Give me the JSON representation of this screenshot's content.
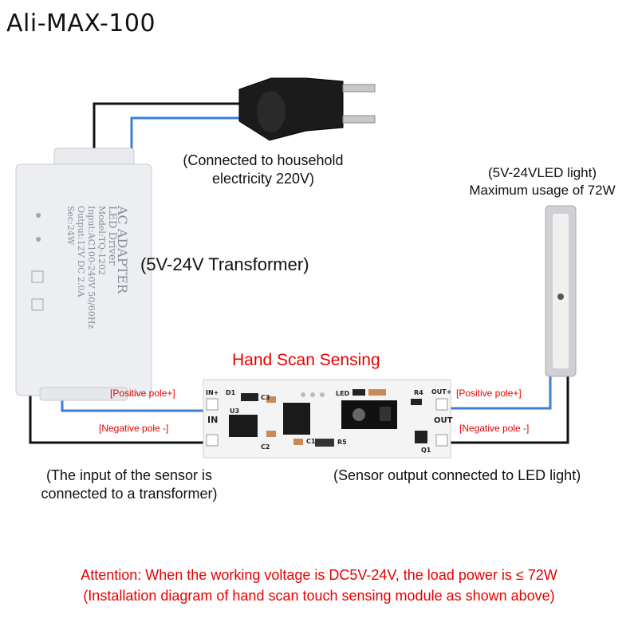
{
  "title": "Ali-MAX-100",
  "diagram": {
    "plug_caption": [
      "(Connected to household",
      "electricity 220V)"
    ],
    "led_caption": [
      "(5V-24VLED light)",
      "Maximum usage of 72W"
    ],
    "transformer_caption": "(5V-24V Transformer)",
    "module_title": "Hand Scan Sensing",
    "pole_labels": {
      "in_positive": "[Positive pole+]",
      "in_negative": "[Negative pole -]",
      "out_positive": "[Positive pole+]",
      "out_negative": "[Negative pole -]"
    },
    "pcb_labels": {
      "in_plus": "IN+",
      "in": "IN",
      "d1": "D1",
      "u3": "U3",
      "c3": "C3",
      "c2": "C2",
      "c1": "C1",
      "led": "LED",
      "r4": "R4",
      "r5": "R5",
      "out_plus": "OUT+",
      "out": "OUT",
      "q1": "Q1"
    },
    "transformer_label": {
      "line1": "AC ADAPTER",
      "line2": "LED Driver",
      "line3": "Model:TQ-1202",
      "line4": "Input:AC100-240V 50/60Hz",
      "line5": "Output:12V DC 2.0A",
      "line6": "Sec:24W"
    },
    "input_caption": [
      "(The input of the sensor is",
      "connected to a transformer)"
    ],
    "output_caption": "(Sensor output connected to LED light)"
  },
  "attention": {
    "line1": "Attention: When the working voltage is DC5V-24V, the load power is ≤ 72W",
    "line2": "(Installation diagram of hand scan touch sensing module as shown above)"
  },
  "colors": {
    "accent_red": "#e60000",
    "wire_blue": "#3a7fd8",
    "wire_black": "#111111",
    "pcb_white": "#f4f4f4"
  }
}
